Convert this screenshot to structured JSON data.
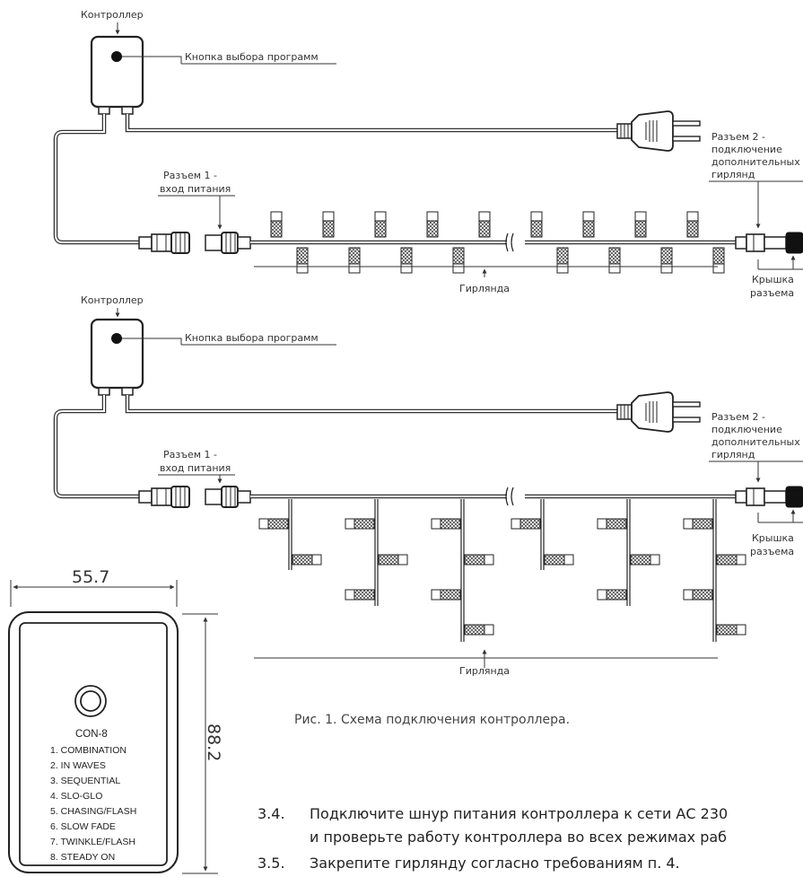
{
  "labels": {
    "controller": "Контроллер",
    "button": "Кнопка выбора программ",
    "connector1_line1": "Разъем 1 -",
    "connector1_line2": "вход питания",
    "connector2_line1": "Разъем 2 -",
    "connector2_line2": "подключение",
    "connector2_line3": "дополнительных",
    "connector2_line4": "гирлянд",
    "cap_line1": "Крышка",
    "cap_line2": "разъема",
    "garland": "Гирлянда"
  },
  "figure_caption": "Рис. 1. Схема подключения контроллера.",
  "dimensions": {
    "width": "55.7",
    "height": "88.2"
  },
  "device": {
    "model": "CON-8",
    "programs": [
      "1. COMBINATION",
      "2. IN WAVES",
      "3. SEQUENTIAL",
      "4. SLO-GLO",
      "5. CHASING/FLASH",
      "6. SLOW FADE",
      "7. TWINKLE/FLASH",
      "8. STEADY ON"
    ]
  },
  "steps": [
    {
      "num": "3.4.",
      "line1": "Подключите шнур питания контроллера к сети АС 230",
      "line2": "и проверьте работу контроллера во всех режимах раб"
    },
    {
      "num": "3.5.",
      "line1": "Закрепите гирлянду согласно требованиям п. 4.",
      "line2": ""
    }
  ]
}
